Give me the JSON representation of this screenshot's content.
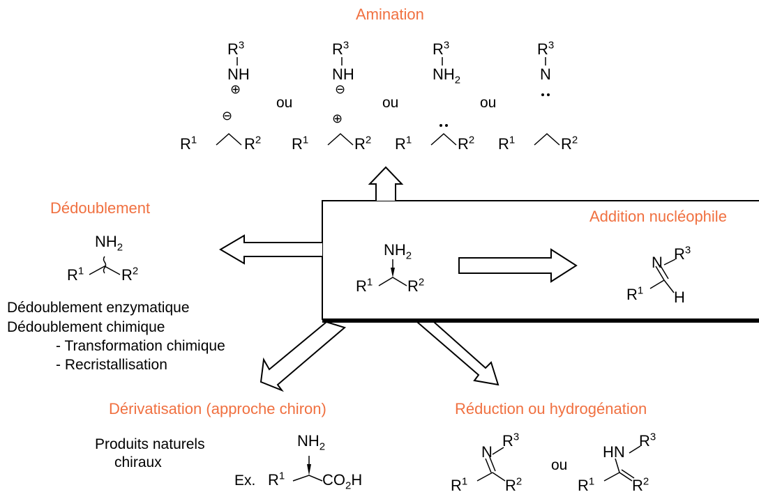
{
  "sections": {
    "amination": "Amination",
    "dedoublement": "Dédoublement",
    "addition": "Addition nucléophile",
    "derivatisation": "Dérivatisation (approche chiron)",
    "reduction": "Réduction ou hydrogénation"
  },
  "connector": "ou",
  "amination": {
    "n1": "NH",
    "n2": "NH",
    "n3": "NH",
    "n4": "N",
    "nh2_sub": "2",
    "r": "R",
    "n1sup": "1",
    "n2sup": "2",
    "n3sup": "3",
    "plus": "⊕",
    "minus": "⊖"
  },
  "dedoublement": {
    "methods": [
      "Dédoublement enzymatique",
      "Dédoublement chimique",
      "- Transformation chimique",
      "- Recristallisation"
    ]
  },
  "derivatisation": {
    "label_line1": "Produits naturels",
    "label_line2": "chiraux",
    "ex": "Ex.",
    "acid": "CO",
    "acid_sub": "2",
    "acid_h": "H"
  },
  "common": {
    "N": "N",
    "H": "H",
    "HN": "HN",
    "NH2": "NH",
    "sub2": "2"
  }
}
